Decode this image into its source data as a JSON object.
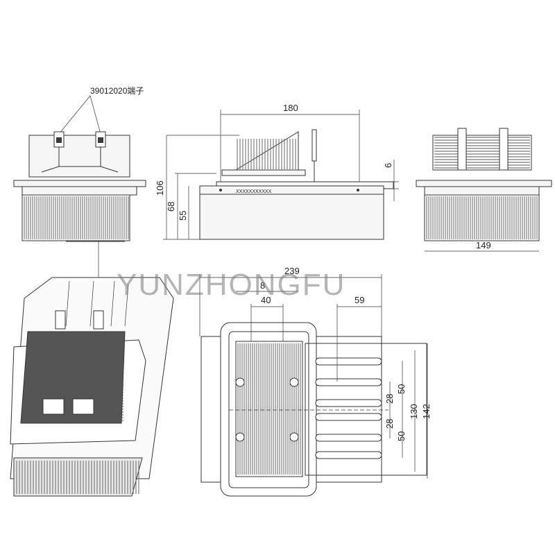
{
  "watermark": "YUNZHONGFU",
  "terminal_label": "39012020端子",
  "serial_label": "XXXXXXXXXXX",
  "dimensions": {
    "front_width": "180",
    "front_height": "106",
    "front_h68": "68",
    "front_h55": "55",
    "front_flange": "6",
    "side_width": "149",
    "bottom_width": "239",
    "bottom_8": "8",
    "bottom_40": "40",
    "bottom_59": "59",
    "bottom_50a": "50",
    "bottom_28a": "28",
    "bottom_130": "130",
    "bottom_142": "142",
    "bottom_28b": "28",
    "bottom_50b": "50"
  }
}
